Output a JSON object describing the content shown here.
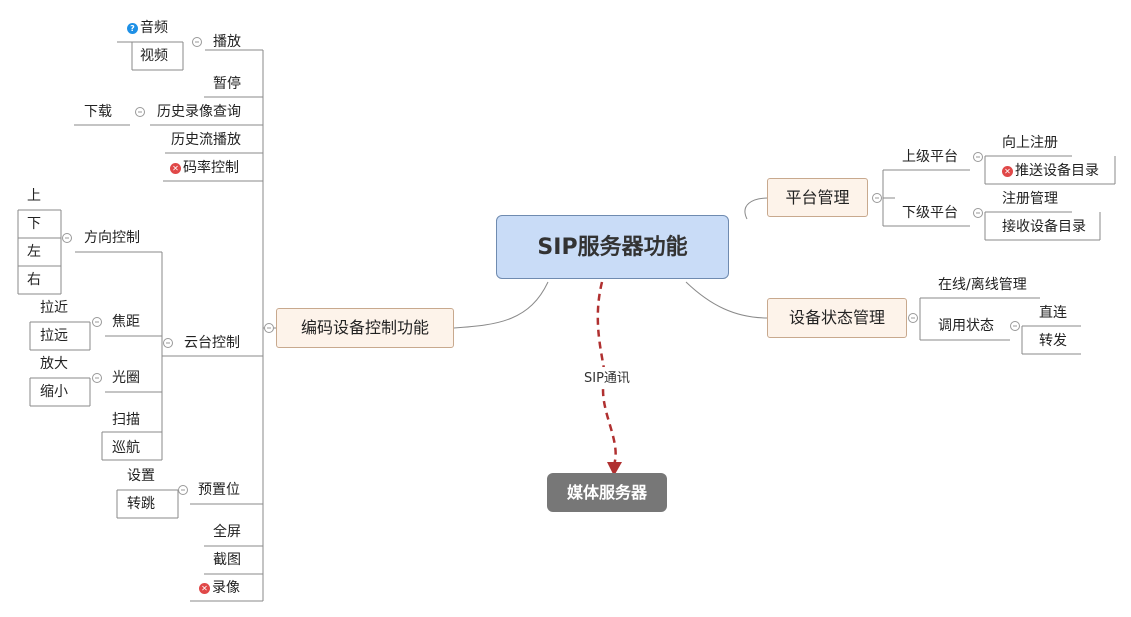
{
  "central": "SIP服务器功能",
  "media_server": "媒体服务器",
  "edge_label": "SIP通讯",
  "right": {
    "platform": {
      "label": "平台管理",
      "upper": {
        "label": "上级平台",
        "children": [
          "向上注册",
          "推送设备目录"
        ]
      },
      "lower": {
        "label": "下级平台",
        "children": [
          "注册管理",
          "接收设备目录"
        ]
      }
    },
    "status": {
      "label": "设备状态管理",
      "online": "在线/离线管理",
      "call": {
        "label": "调用状态",
        "children": [
          "直连",
          "转发"
        ]
      }
    }
  },
  "left": {
    "root": "编码设备控制功能",
    "play": {
      "label": "播放",
      "children": [
        "音频",
        "视频"
      ]
    },
    "pause": "暂停",
    "history": {
      "label": "历史录像查询",
      "children": [
        "下载"
      ]
    },
    "history_stream": "历史流播放",
    "bitrate": "码率控制",
    "ptz": {
      "label": "云台控制",
      "direction": {
        "label": "方向控制",
        "children": [
          "上",
          "下",
          "左",
          "右"
        ]
      },
      "focus": {
        "label": "焦距",
        "children": [
          "拉近",
          "拉远"
        ]
      },
      "iris": {
        "label": "光圈",
        "children": [
          "放大",
          "缩小"
        ]
      },
      "scan": "扫描",
      "cruise": "巡航"
    },
    "preset": {
      "label": "预置位",
      "children": [
        "设置",
        "转跳"
      ]
    },
    "fullscreen": "全屏",
    "snapshot": "截图",
    "record": "录像"
  },
  "colors": {
    "line": "#888888",
    "dashed": "#b03030",
    "central_fill": "#c9dcf7",
    "box_fill": "#fdf3ea"
  }
}
